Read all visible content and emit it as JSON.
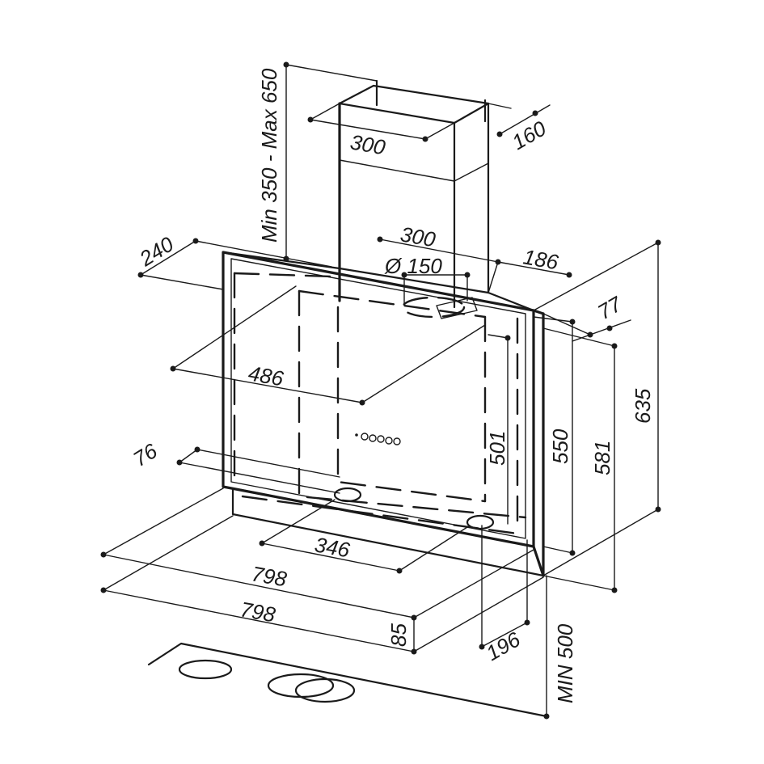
{
  "dimensions": {
    "chimney_height": "Min 350 - Max 650",
    "chimney_width": "300",
    "chimney_depth": "160",
    "hood_top_width": "300",
    "hood_side_240": "240",
    "hood_side_186": "186",
    "outlet_diameter": "Ø 150",
    "panel_width": "486",
    "panel_height": "501",
    "height_550": "550",
    "height_581": "581",
    "height_635": "635",
    "depth_77": "77",
    "offset_76": "76",
    "inner_width": "346",
    "width_798_a": "798",
    "width_798_b": "798",
    "depth_85": "85",
    "depth_196": "196",
    "min_distance": "MIN 500"
  }
}
